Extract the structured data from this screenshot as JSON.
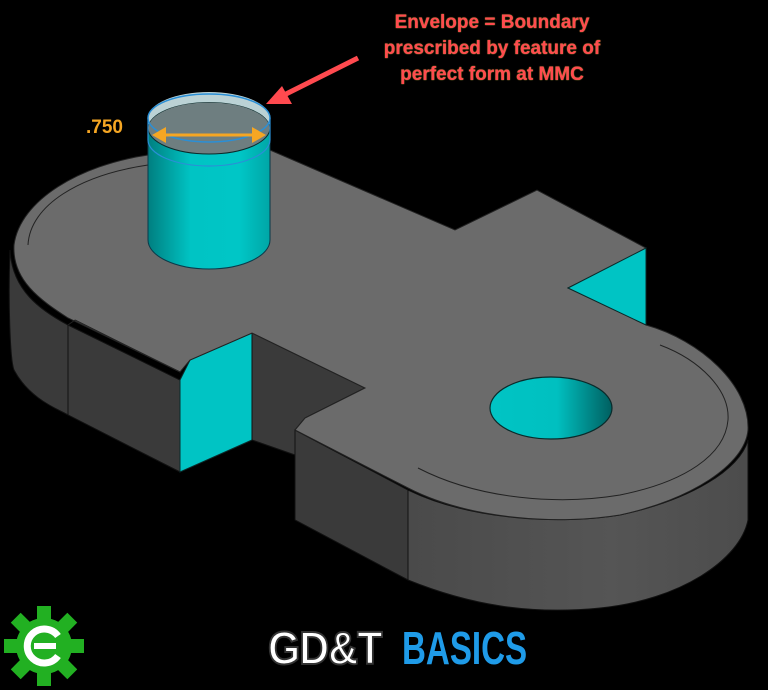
{
  "callout": {
    "lines": [
      "Envelope = Boundary",
      "prescribed by feature of",
      "perfect form at MMC"
    ],
    "color": "#ff4a4f"
  },
  "dimension": {
    "label": ".750",
    "color": "#f5a623"
  },
  "part": {
    "top_color": "#6b6b6b",
    "side_color": "#3a3a3a",
    "side_light_color": "#525252",
    "feature_color": "#00c4c4",
    "envelope_color": "#cfe9ec"
  },
  "logo": {
    "icon": "gear-e-icon",
    "icon_color": "#22b022",
    "text_primary": "GD&T",
    "text_secondary": "BASICS",
    "secondary_color": "#1f9be8"
  }
}
